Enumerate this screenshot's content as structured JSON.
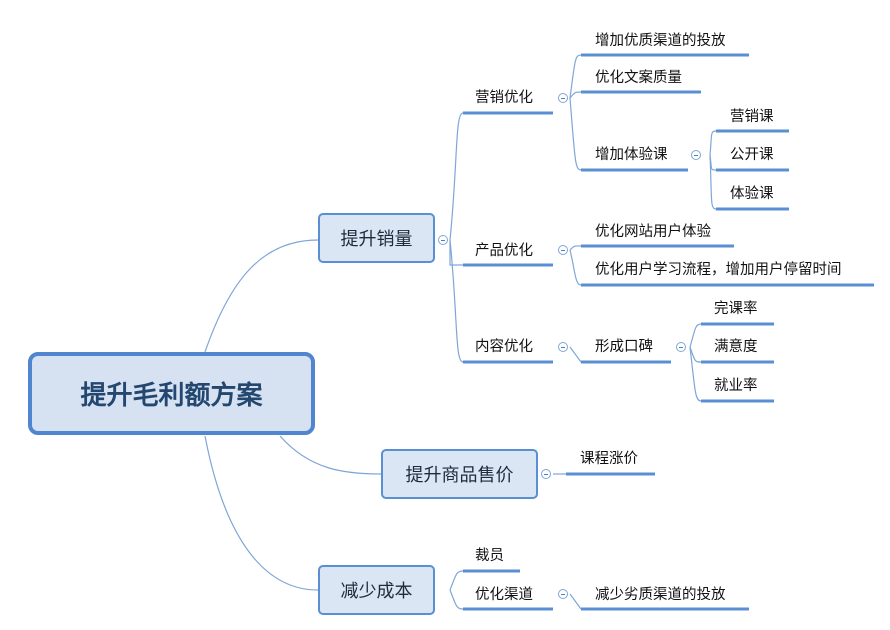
{
  "mindmap": {
    "root": "提升毛利额方案",
    "branch1": {
      "label": "提升销量",
      "marketing": {
        "label": "营销优化",
        "items": [
          "增加优质渠道的投放",
          "优化文案质量",
          "增加体验课"
        ],
        "experience_children": [
          "营销课",
          "公开课",
          "体验课"
        ]
      },
      "product": {
        "label": "产品优化",
        "items": [
          "优化网站用户体验",
          "优化用户学习流程，增加用户停留时间"
        ]
      },
      "content": {
        "label": "内容优化",
        "reputation": "形成口碑",
        "reputation_children": [
          "完课率",
          "满意度",
          "就业率"
        ]
      }
    },
    "branch2": {
      "label": "提升商品售价",
      "items": [
        "课程涨价"
      ]
    },
    "branch3": {
      "label": "减少成本",
      "items": [
        "裁员",
        "优化渠道"
      ],
      "channel_children": [
        "减少劣质渠道的投放"
      ]
    }
  },
  "colors": {
    "line": "#5b8fd3",
    "connector": "#7fa6d8",
    "box_fill": "#dbe6f4"
  }
}
